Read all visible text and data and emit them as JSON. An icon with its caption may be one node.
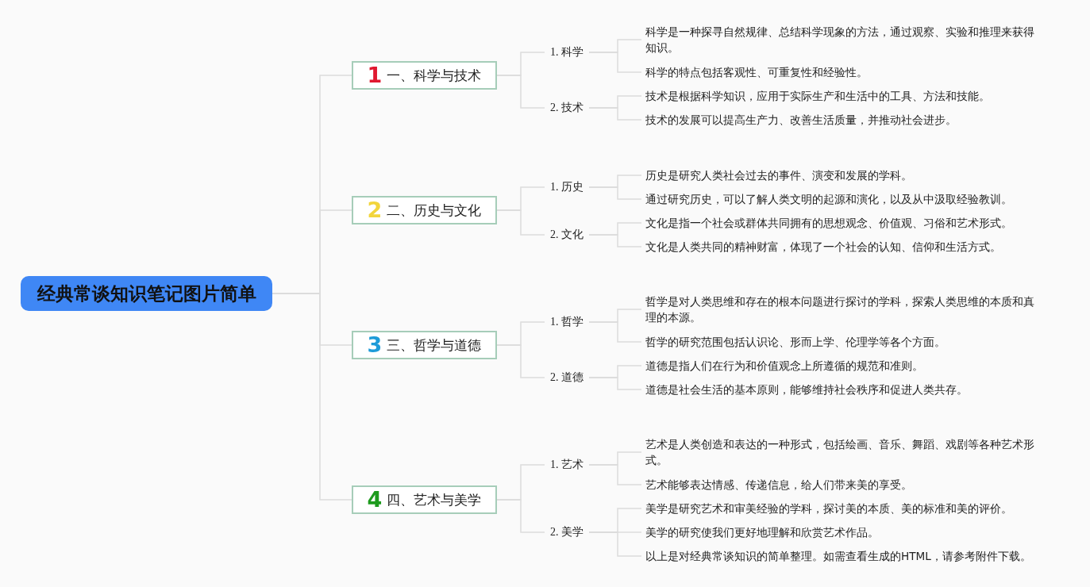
{
  "diagram": {
    "nodes": [
      {
        "text": [
          "经典常谈知识笔记图片简单"
        ]
      },
      {
        "text": [
          "1",
          "一、科学与技术"
        ]
      },
      {
        "text": [
          "1. 科学"
        ]
      },
      {
        "text": [
          "科学是一种探寻自然规律、总结科学现象的方法，通过观察、实验和推理来获得知识。"
        ]
      },
      {
        "text": [
          "科学的特点包括客观性、可重复性和经验性。"
        ]
      },
      {
        "text": [
          "2. 技术"
        ]
      },
      {
        "text": [
          "技术是根据科学知识，应用于实际生产和生活中的工具、方法和技能。"
        ]
      },
      {
        "text": [
          "技术的发展可以提高生产力、改善生活质量，并推动社会进步。"
        ]
      },
      {
        "text": [
          "2",
          "二、历史与文化"
        ]
      },
      {
        "text": [
          "1. 历史"
        ]
      },
      {
        "text": [
          "历史是研究人类社会过去的事件、演变和发展的学科。"
        ]
      },
      {
        "text": [
          "通过研究历史，可以了解人类文明的起源和演化，以及从中汲取经验教训。"
        ]
      },
      {
        "text": [
          "2. 文化"
        ]
      },
      {
        "text": [
          "文化是指一个社会或群体共同拥有的思想观念、价值观、习俗和艺术形式。"
        ]
      },
      {
        "text": [
          "文化是人类共同的精神财富，体现了一个社会的认知、信仰和生活方式。"
        ]
      },
      {
        "text": [
          "3",
          "三、哲学与道德"
        ]
      },
      {
        "text": [
          "1. 哲学"
        ]
      },
      {
        "text": [
          "哲学是对人类思维和存在的根本问题进行探讨的学科，探索人类思维的本质和真理的本源。"
        ]
      },
      {
        "text": [
          "哲学的研究范围包括认识论、形而上学、伦理学等各个方面。"
        ]
      },
      {
        "text": [
          "2. 道德"
        ]
      },
      {
        "text": [
          "道德是指人们在行为和价值观念上所遵循的规范和准则。"
        ]
      },
      {
        "text": [
          "道德是社会生活的基本原则，能够维持社会秩序和促进人类共存。"
        ]
      },
      {
        "text": [
          "4",
          "四、艺术与美学"
        ]
      },
      {
        "text": [
          "1. 艺术"
        ]
      },
      {
        "text": [
          "艺术是人类创造和表达的一种形式，包括绘画、音乐、舞蹈、戏剧等各种艺术形式。"
        ]
      },
      {
        "text": [
          "艺术能够表达情感、传递信息，给人们带来美的享受。"
        ]
      },
      {
        "text": [
          "2. 美学"
        ]
      },
      {
        "text": [
          "美学是研究艺术和审美经验的学科，探讨美的本质、美的标准和美的评价。"
        ]
      },
      {
        "text": [
          "美学的研究使我们更好地理解和欣赏艺术作品。"
        ]
      },
      {
        "text": [
          "以上是对经典常谈知识的简单整理。如需查看生成的HTML，请参考附件下载。"
        ]
      }
    ],
    "edges": [
      {
        "from": 0,
        "to": 1,
        "arrow": "none"
      },
      {
        "from": 1,
        "to": 2,
        "arrow": "none"
      },
      {
        "from": 2,
        "to": 3,
        "arrow": "none"
      },
      {
        "from": 2,
        "to": 4,
        "arrow": "none"
      },
      {
        "from": 1,
        "to": 5,
        "arrow": "none"
      },
      {
        "from": 5,
        "to": 6,
        "arrow": "none"
      },
      {
        "from": 5,
        "to": 7,
        "arrow": "none"
      },
      {
        "from": 0,
        "to": 8,
        "arrow": "none"
      },
      {
        "from": 8,
        "to": 9,
        "arrow": "none"
      },
      {
        "from": 9,
        "to": 10,
        "arrow": "none"
      },
      {
        "from": 9,
        "to": 11,
        "arrow": "none"
      },
      {
        "from": 8,
        "to": 12,
        "arrow": "none"
      },
      {
        "from": 12,
        "to": 13,
        "arrow": "none"
      },
      {
        "from": 12,
        "to": 14,
        "arrow": "none"
      },
      {
        "from": 0,
        "to": 15,
        "arrow": "none"
      },
      {
        "from": 15,
        "to": 16,
        "arrow": "none"
      },
      {
        "from": 16,
        "to": 17,
        "arrow": "none"
      },
      {
        "from": 16,
        "to": 18,
        "arrow": "none"
      },
      {
        "from": 15,
        "to": 19,
        "arrow": "none"
      },
      {
        "from": 19,
        "to": 20,
        "arrow": "none"
      },
      {
        "from": 19,
        "to": 21,
        "arrow": "none"
      },
      {
        "from": 0,
        "to": 22,
        "arrow": "none"
      },
      {
        "from": 22,
        "to": 23,
        "arrow": "none"
      },
      {
        "from": 23,
        "to": 24,
        "arrow": "none"
      },
      {
        "from": 23,
        "to": 25,
        "arrow": "none"
      },
      {
        "from": 22,
        "to": 26,
        "arrow": "none"
      },
      {
        "from": 26,
        "to": 27,
        "arrow": "none"
      },
      {
        "from": 26,
        "to": 28,
        "arrow": "none"
      },
      {
        "from": 26,
        "to": 29,
        "arrow": "none"
      }
    ]
  }
}
